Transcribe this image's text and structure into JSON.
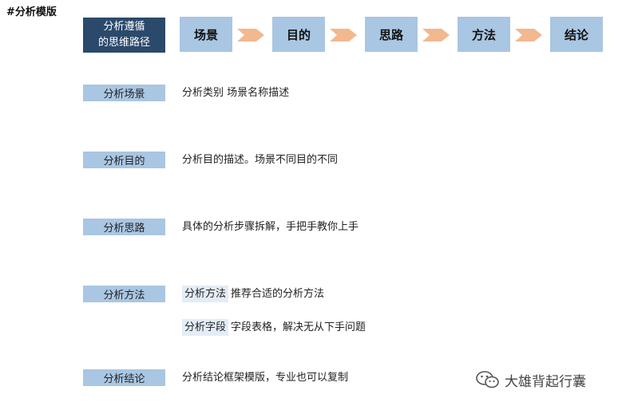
{
  "page_tag": "#分析模版",
  "header": {
    "line1": "分析遵循",
    "line2": "的思维路径"
  },
  "flow": [
    "场景",
    "目的",
    "思路",
    "方法",
    "结论"
  ],
  "rows": {
    "scene": {
      "label": "分析场景",
      "desc": "分析类别  场景名称描述"
    },
    "purpose": {
      "label": "分析目的",
      "desc": "分析目的描述。场景不同目的不同"
    },
    "idea": {
      "label": "分析思路",
      "desc": "具体的分析步骤拆解，手把手教你上手"
    },
    "method": {
      "label": "分析方法",
      "items": [
        {
          "chip": "分析方法",
          "text": "推荐合适的分析方法"
        },
        {
          "chip": "分析字段",
          "text": "字段表格，解决无从下手问题"
        }
      ]
    },
    "conclusion": {
      "label": "分析结论",
      "desc": "分析结论框架模版，专业也可以复制"
    }
  },
  "watermark": {
    "text": "大雄背起行囊",
    "icon": "wechat-icon"
  },
  "colors": {
    "header_bg": "#2b4a6b",
    "step_bg": "#a9c6e2",
    "arrow": "#f2b88e",
    "chip_bg": "#e3edf7"
  }
}
